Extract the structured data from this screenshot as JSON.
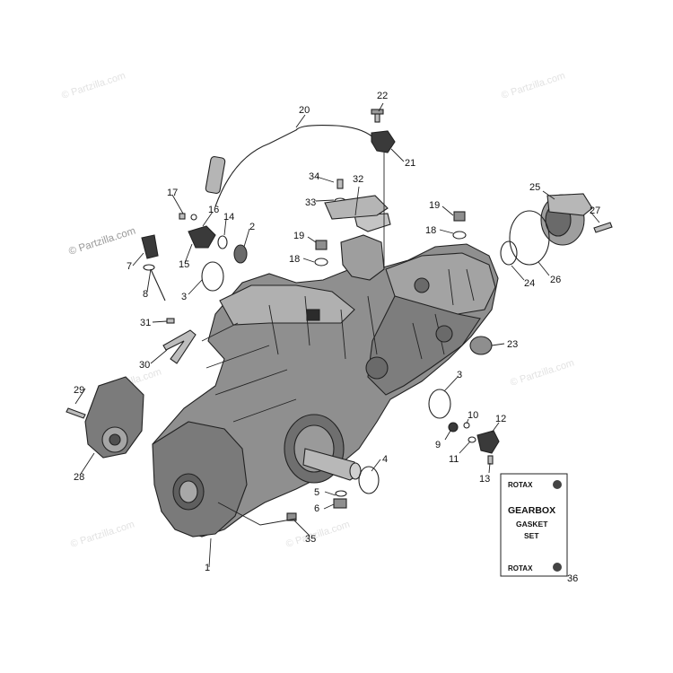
{
  "watermark": {
    "main": "© Partzilla.com",
    "faint": "© Partzilla.com"
  },
  "callouts": [
    "1",
    "2",
    "3",
    "3",
    "4",
    "5",
    "6",
    "7",
    "8",
    "9",
    "10",
    "11",
    "12",
    "13",
    "14",
    "15",
    "16",
    "17",
    "18",
    "18",
    "19",
    "19",
    "20",
    "21",
    "22",
    "23",
    "24",
    "25",
    "26",
    "27",
    "28",
    "29",
    "30",
    "31",
    "32",
    "33",
    "34",
    "35",
    "36"
  ],
  "gasket_set": {
    "brand": "ROTAX",
    "title_line1": "GEARBOX",
    "title_line2": "GASKET",
    "title_line3": "SET",
    "brand_bottom": "ROTAX",
    "part_ref": "36"
  },
  "colors": {
    "housing": "#8f8f8f",
    "housing_dark": "#5e5e5e",
    "housing_light": "#b9b9b9",
    "rubber": "#2b2b2b",
    "line": "#222222"
  }
}
